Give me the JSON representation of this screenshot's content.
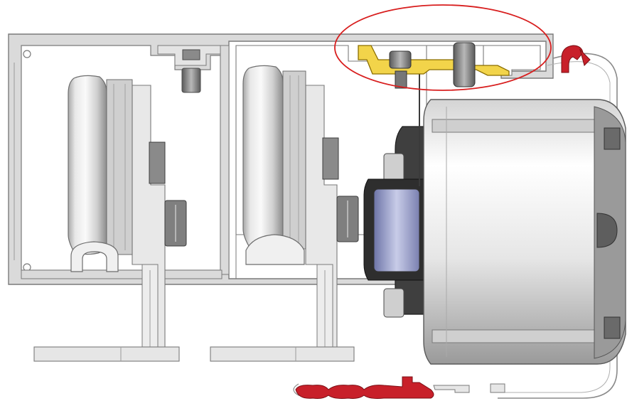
{
  "colors": {
    "profile_fill": "#d9d9d9",
    "profile_stroke": "#7a7a7a",
    "wheel_light": "#f4f4f4",
    "wheel_mid": "#bcbcbc",
    "wheel_dark": "#6e6e6e",
    "bracket_fill": "#e6e6e6",
    "nut_fill": "#8a8a8a",
    "motor_light": "#f2f2f2",
    "motor_dark": "#4a4a4a",
    "motor_hub": "#9aa0c8",
    "highlight_bracket": "#f2d44a",
    "highlight_ring": "#d81e1e",
    "seal_red": "#c8202a"
  },
  "components": [
    {
      "name": "aluminium-track-profile"
    },
    {
      "name": "left-roller-wheel"
    },
    {
      "name": "right-roller-wheel"
    },
    {
      "name": "left-hanger-bracket"
    },
    {
      "name": "right-hanger-bracket"
    },
    {
      "name": "drive-motor"
    },
    {
      "name": "yellow-mounting-clip"
    },
    {
      "name": "top-seal-clip"
    },
    {
      "name": "bottom-seal-strip"
    }
  ],
  "annotations": [
    {
      "shape": "ellipse",
      "color": "#d81e1e",
      "target": "yellow-mounting-clip"
    }
  ]
}
